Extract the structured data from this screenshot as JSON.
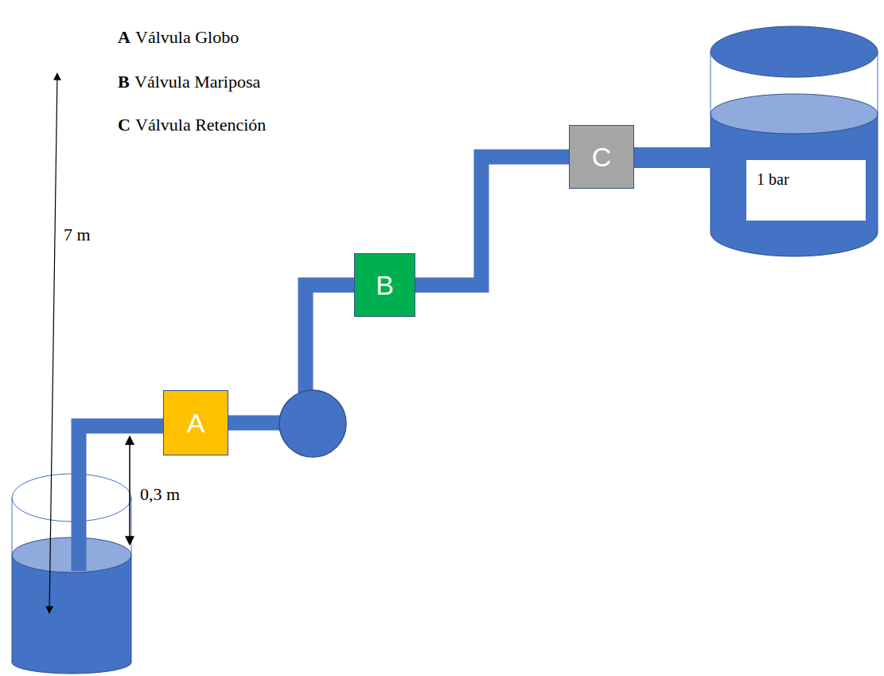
{
  "diagram": {
    "nodes": [
      {
        "text": [
          "A"
        ]
      },
      {
        "text": [
          "B"
        ]
      },
      {
        "text": [
          "C"
        ]
      },
      {
        "text": [
          "1 bar"
        ]
      }
    ],
    "edges": [
      {
        "from": 0,
        "to": 1,
        "arrow": "none"
      },
      {
        "from": 1,
        "to": 2,
        "arrow": "none"
      }
    ],
    "labels": [
      "A",
      "Válvula Globo",
      "B",
      "Válvula Mariposa",
      "C",
      "Válvula Retención",
      "7 m",
      "0,3 m"
    ]
  }
}
